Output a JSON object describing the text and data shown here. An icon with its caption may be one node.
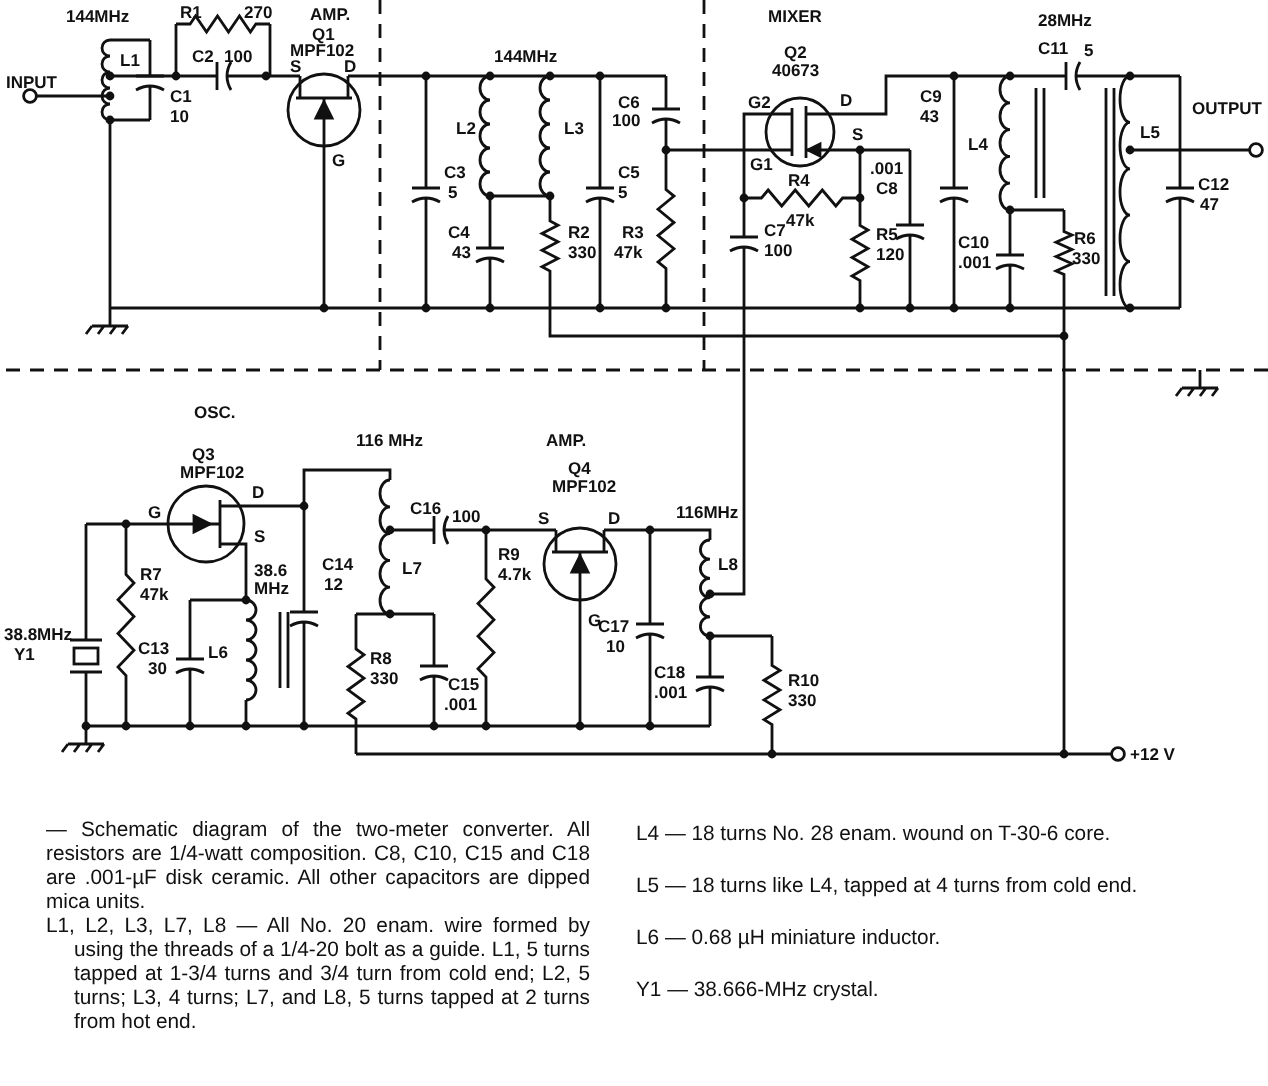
{
  "diagram": {
    "caption": "— Schematic diagram of the two-meter converter. All resistors are 1/4-watt composition. C8, C10, C15 and C18 are .001-µF disk ceramic. All other capacitors are dipped mica units.",
    "labels": [
      "144MHz",
      "R1",
      "270",
      "AMP.",
      "Q1",
      "MPF102",
      "S",
      "D",
      "INPUT",
      "L1",
      "C2",
      "100",
      "C1",
      "10",
      "G",
      "144MHz",
      "C6",
      "100",
      "L2",
      "L3",
      "C3",
      "5",
      "C5",
      "5",
      "C4",
      "R2",
      "R3",
      "43",
      "330",
      "47k",
      "MIXER",
      "Q2",
      "40673",
      "G2",
      "D",
      "G1",
      "S",
      "C9",
      "43",
      "28MHz",
      "C11",
      "5",
      "L4",
      "L5",
      "OUTPUT",
      ".001",
      "C8",
      "R4",
      "47k",
      "R5",
      "120",
      "C7",
      "100",
      "C12",
      "47",
      "C10",
      ".001",
      "R6",
      "330",
      "OSC.",
      "116 MHz",
      "AMP.",
      "Q3",
      "MPF102",
      "D",
      "G",
      "S",
      "C14",
      "12",
      "38.6 MHz",
      "R7",
      "47k",
      "38.8MHz",
      "Y1",
      "C13",
      "30",
      "L6",
      "C15",
      ".001",
      "R8",
      "330",
      "R9",
      "4.7k",
      "Q4",
      "MPF102",
      "S",
      "D",
      "G",
      "C17",
      "10",
      "116MHz",
      "L8",
      "C18",
      ".001",
      "R10",
      "330",
      "+12 V",
      "L7",
      "C16",
      "100",
      "L1, L2, L3, L7, L8 — All No. 20 enam. wire formed by using the threads of a 1/4-20 bolt as a guide. L1, 5 turns tapped at 1-3/4 turns and 3/4 turn from cold end; L2, 5 turns; L3, 4 turns; L7, and L8, 5 turns tapped at 2 turns from hot end.",
      "L4 — 18 turns No. 28 enam. wound on T-30-6 core.",
      "L5 — 18 turns like L4, tapped at 4 turns from cold end.",
      "L6 — 0.68 µH miniature inductor.",
      "Y1 — 38.666-MHz crystal."
    ]
  }
}
